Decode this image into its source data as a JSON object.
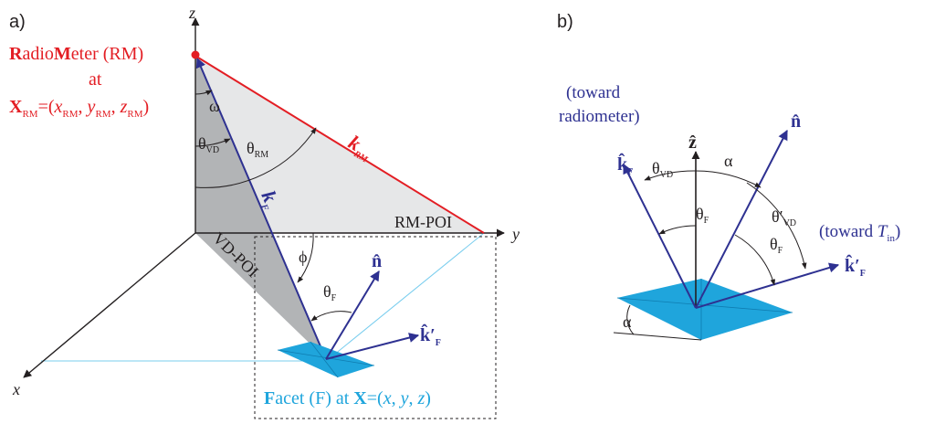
{
  "panel_a": {
    "label": "a)",
    "axes": {
      "z": "z",
      "y": "y",
      "x": "x"
    },
    "radiometer": {
      "line1_R": "R",
      "line1_rest1": "adio",
      "line1_M": "M",
      "line1_rest2": "eter (RM)",
      "line2": "at",
      "line3_X": "X",
      "line3_sub": "RM",
      "line3_eq": "=(",
      "line3_x": "x",
      "line3_y": "y",
      "line3_z": "z",
      "line3_comma": ", ",
      "line3_close": ")"
    },
    "angles": {
      "omega": "ω",
      "theta": "θ",
      "vd": "VD",
      "rm": "RM",
      "phi": "ϕ",
      "f": "F"
    },
    "vectors": {
      "k": "k",
      "k_rm_sub": "RM",
      "k_f_sub": "F",
      "n": "n̂",
      "k_hat": "k̂",
      "prime": "′"
    },
    "labels": {
      "rm_poi": "RM-POI",
      "vd_poi": "VD-POI"
    },
    "facet": {
      "F": "F",
      "rest1": "acet (F) at ",
      "X": "X",
      "rest2": "=(",
      "x": "x",
      "y": "y",
      "z": "z",
      "comma": ", ",
      "close": ")"
    }
  },
  "panel_b": {
    "label": "b)",
    "toward_rm_1": "(toward",
    "toward_rm_2": "radiometer)",
    "toward_t_1": "(toward ",
    "toward_t_T": "T",
    "toward_t_sub": "in",
    "toward_t_close": ")",
    "z_hat": "ẑ",
    "alpha": "α",
    "theta": "θ",
    "sub_vd": "VD",
    "sub_f": "F"
  },
  "colors": {
    "red": "#e31e24",
    "blue": "#2e3191",
    "cyan": "#1fa5dc",
    "light_cyan": "#79cdee",
    "gray_light": "#e6e7e8",
    "gray_dark": "#b2b4b6",
    "black": "#231f20"
  }
}
